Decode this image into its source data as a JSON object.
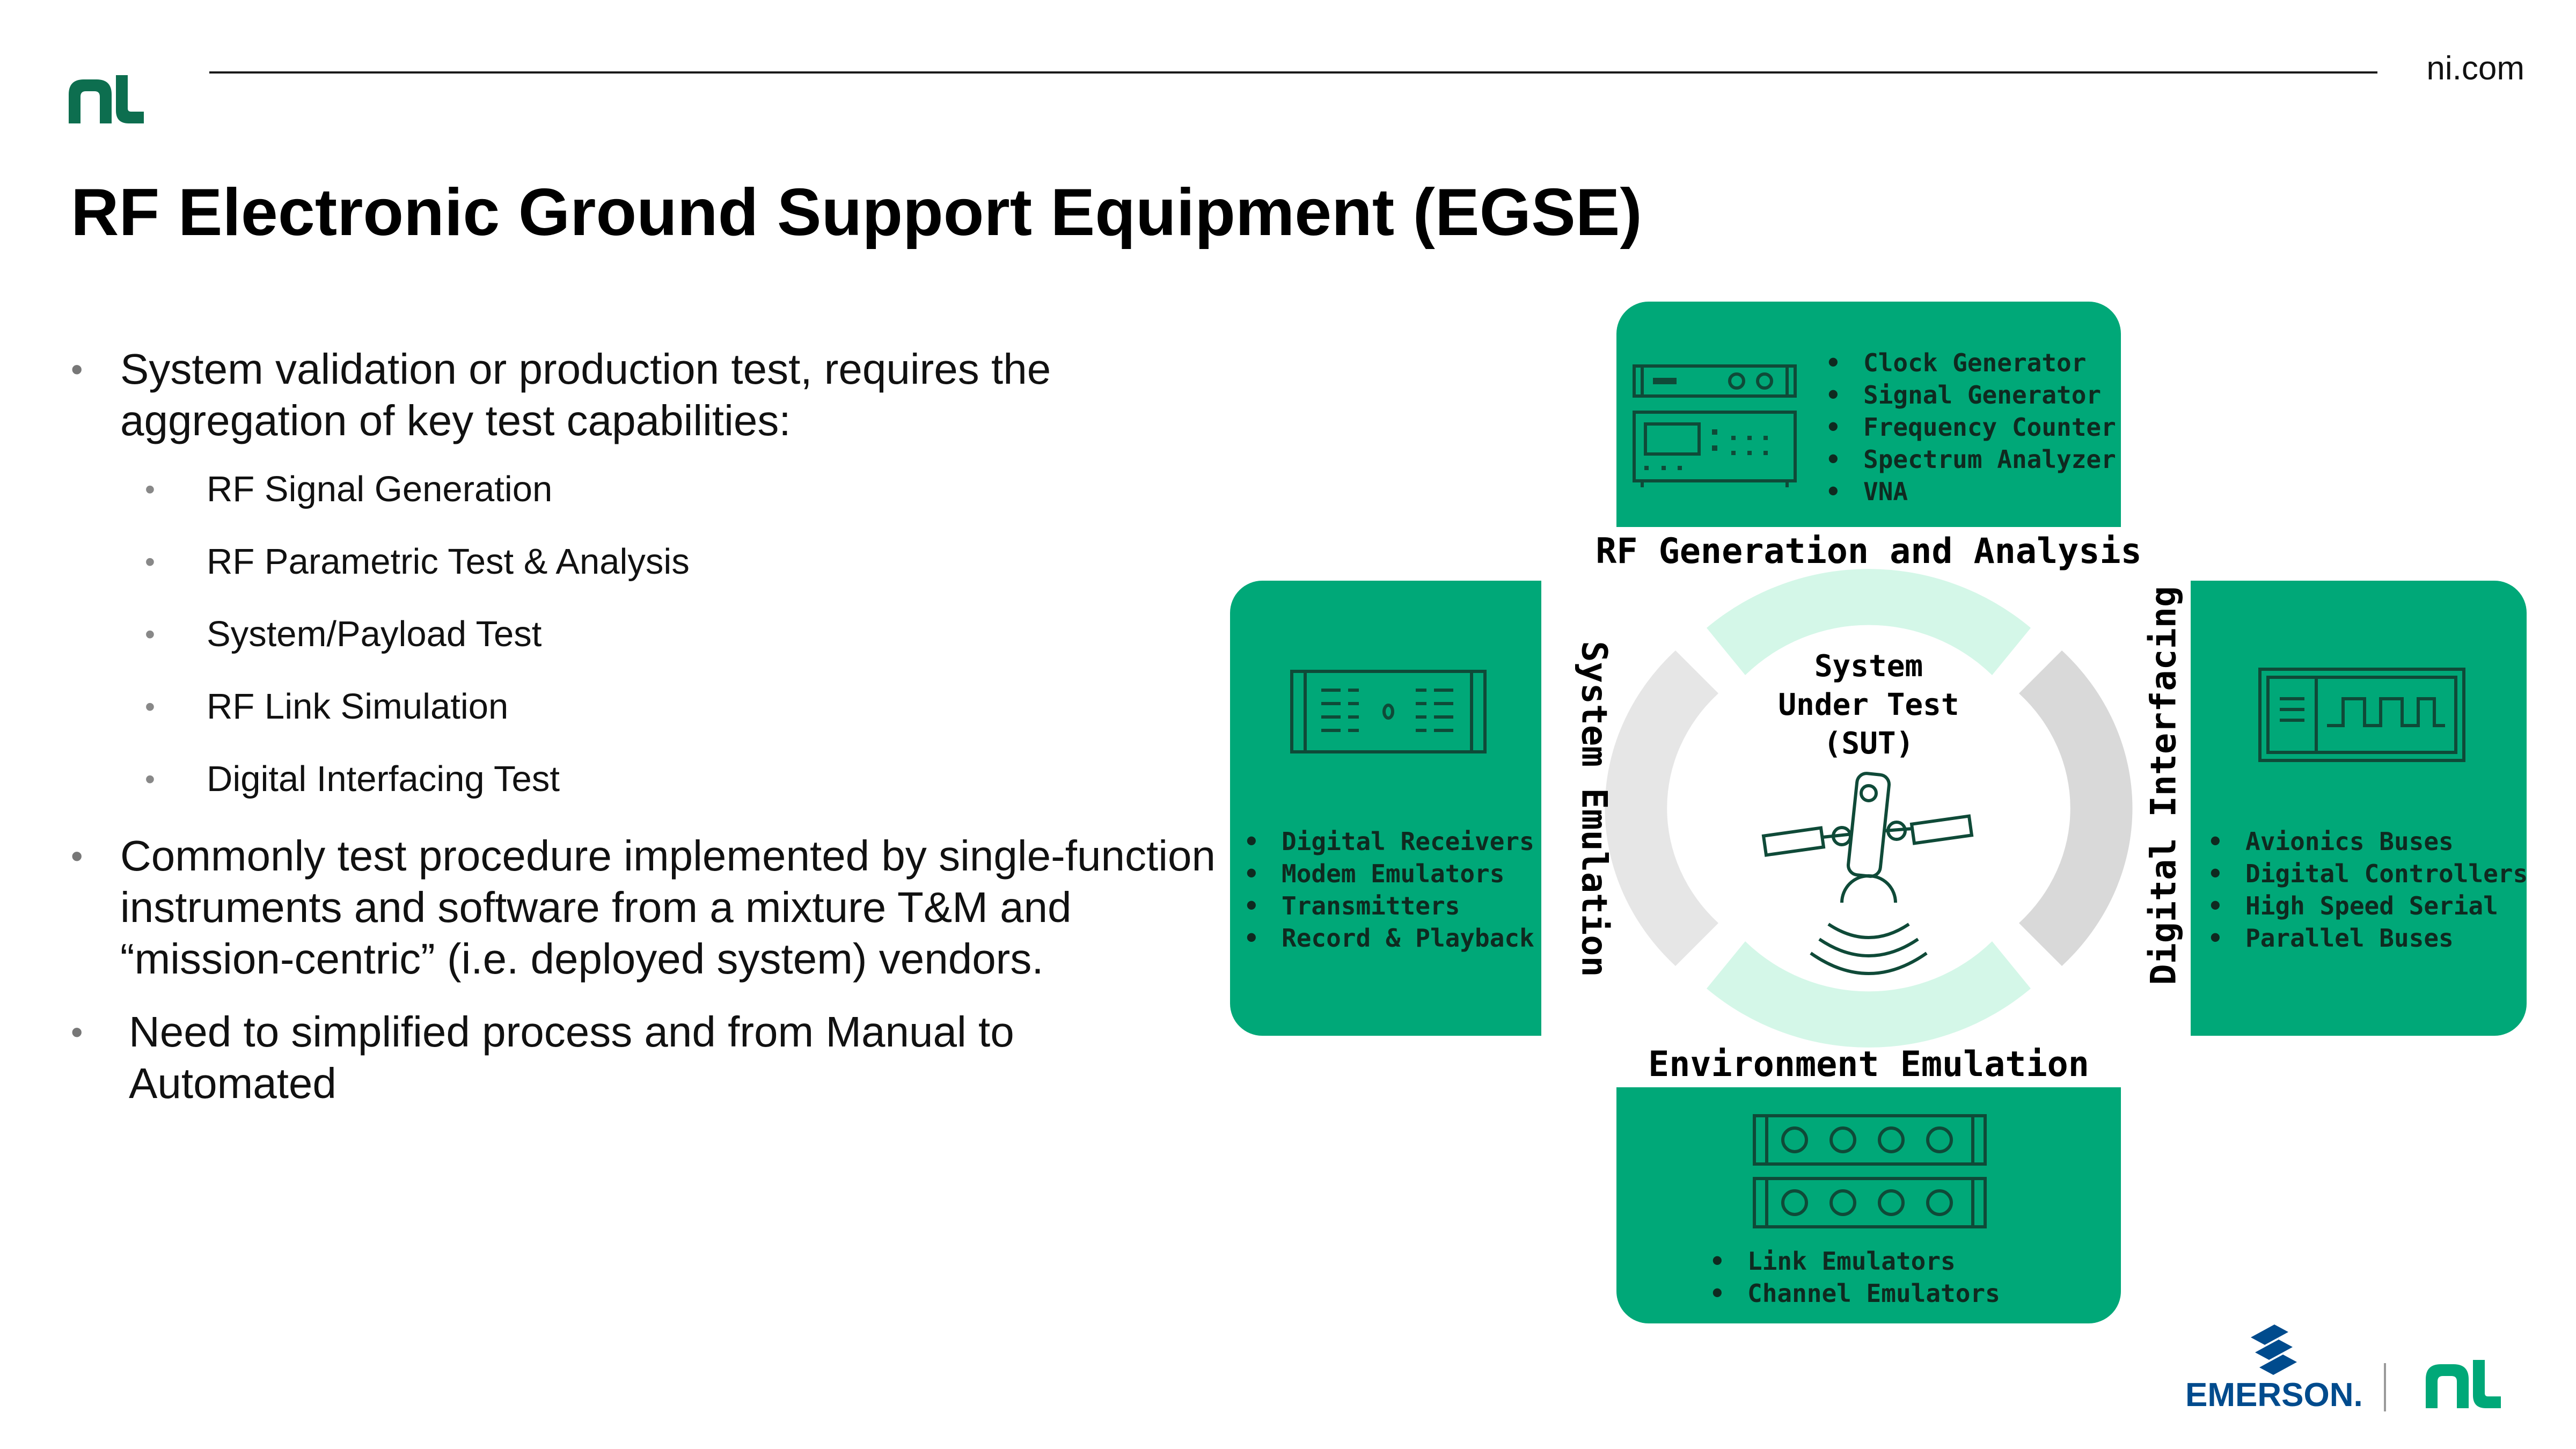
{
  "header": {
    "site": "ni.com",
    "title": "RF Electronic Ground Support Equipment (EGSE)"
  },
  "bullets": {
    "b1": "System validation or production test, requires the aggregation of key test capabilities:",
    "subs": [
      "RF Signal Generation",
      "RF Parametric Test & Analysis",
      "System/Payload Test",
      "RF Link Simulation",
      "Digital Interfacing Test"
    ],
    "b2": "Commonly test procedure implemented by single-function instruments and software from a mixture T&M and “mission-centric” (i.e. deployed system) vendors.",
    "b3": "Need to simplified process and from Manual to Automated"
  },
  "diagram": {
    "top": {
      "label": "RF Generation and Analysis",
      "items": [
        "Clock Generator",
        "Signal Generator",
        "Frequency Counter",
        "Spectrum Analyzer",
        "VNA"
      ]
    },
    "left": {
      "label": "System Emulation",
      "items": [
        "Digital Receivers",
        "Modem Emulators",
        "Transmitters",
        "Record & Playback"
      ]
    },
    "right": {
      "label": "Digital Interfacing",
      "items": [
        "Avionics Buses",
        "Digital Controllers",
        "High Speed Serial",
        "Parallel Buses"
      ]
    },
    "bottom": {
      "label": "Environment Emulation",
      "items": [
        "Link Emulators",
        "Channel Emulators"
      ]
    },
    "center": {
      "line1": "System",
      "line2": "Under Test",
      "line3": "(SUT)"
    }
  },
  "footer": {
    "brand": "EMERSON."
  },
  "colors": {
    "accent": "#00a878",
    "logo_green": "#0d6e4f",
    "ring_light": "#d4f7e8",
    "ring_gray": "#e6e6e6",
    "emerson_blue": "#004b8d"
  },
  "icons": {
    "ni_logo": "ni-logo-icon",
    "emerson_logo": "emerson-logo-icon",
    "satellite": "satellite-icon"
  }
}
